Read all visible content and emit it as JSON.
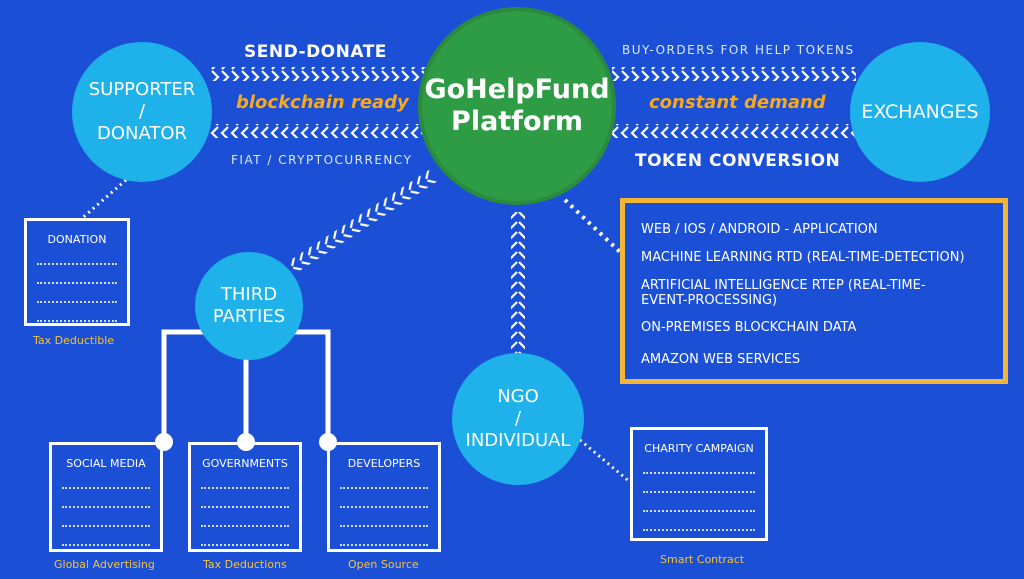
{
  "center": {
    "label": "GoHelpFund\nPlatform"
  },
  "nodes": {
    "supporter": "SUPPORTER\n/\nDONATOR",
    "exchanges": "EXCHANGES",
    "third_parties": "THIRD\nPARTIES",
    "ngo": "NGO\n/\nINDIVIDUAL"
  },
  "flows": {
    "send_donate": "SEND-DONATE",
    "blockchain_ready": "blockchain ready",
    "fiat": "FIAT / CRYPTOCURRENCY",
    "buy_orders": "BUY-ORDERS FOR HELP TOKENS",
    "constant_demand": "constant demand",
    "token_conversion": "TOKEN CONVERSION"
  },
  "tech_box": {
    "items": [
      "WEB / IOS / ANDROID  - APPLICATION",
      "MACHINE LEARNING RTD (REAL-TIME-DETECTION)",
      "ARTIFICIAL INTELLIGENCE RTEP (REAL-TIME-\n                    EVENT-PROCESSING)",
      "ON-PREMISES BLOCKCHAIN DATA",
      "AMAZON WEB SERVICES"
    ]
  },
  "docs": {
    "donation": {
      "title": "DONATION",
      "caption": "Tax Deductible"
    },
    "social_media": {
      "title": "SOCIAL MEDIA",
      "caption": "Global Advertising"
    },
    "governments": {
      "title": "GOVERNMENTS",
      "caption": "Tax Deductions"
    },
    "developers": {
      "title": "DEVELOPERS",
      "caption": "Open Source"
    },
    "charity": {
      "title": "CHARITY CAMPAIGN",
      "caption": "Smart Contract"
    }
  },
  "colors": {
    "background": "#1a4fd6",
    "platform": "#2e9b45",
    "node": "#1eb1ea",
    "accent_orange": "#f8a81e",
    "tech_border": "#f2b535"
  }
}
